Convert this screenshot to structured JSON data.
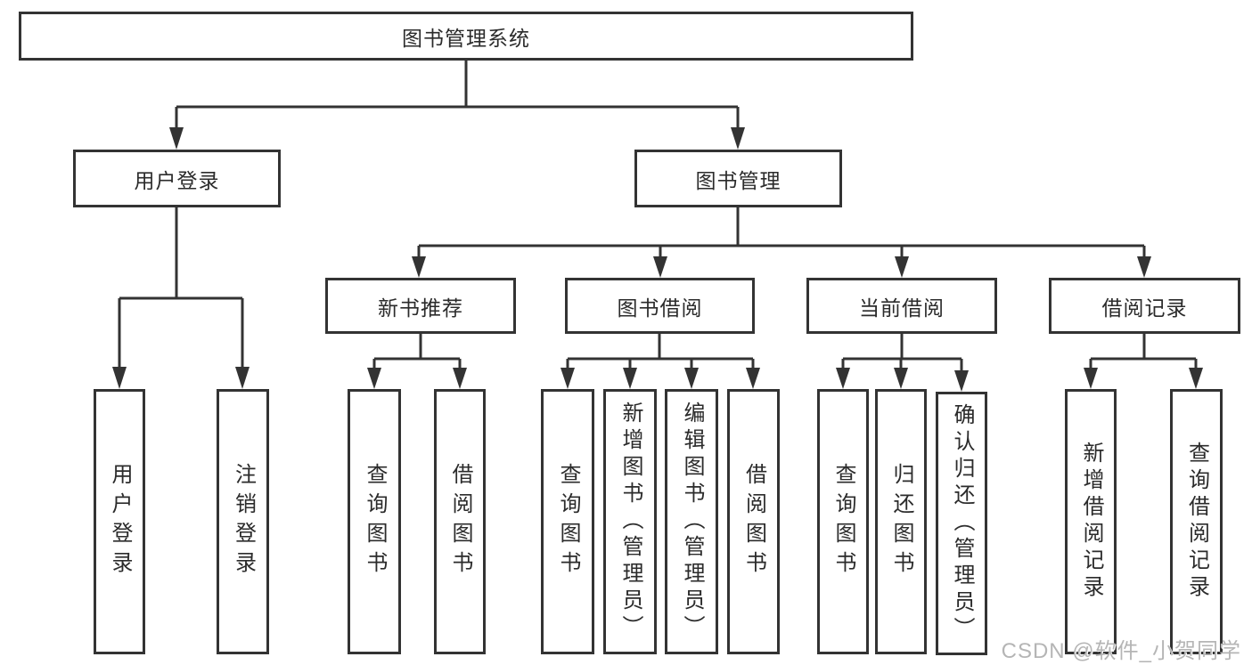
{
  "diagram": {
    "root": {
      "label": "图书管理系统"
    },
    "login": {
      "label": "用户登录",
      "children": [
        {
          "label": "用户登录"
        },
        {
          "label": "注销登录"
        }
      ]
    },
    "management": {
      "label": "图书管理",
      "sections": [
        {
          "label": "新书推荐",
          "children": [
            {
              "label": "查询图书"
            },
            {
              "label": "借阅图书"
            }
          ]
        },
        {
          "label": "图书借阅",
          "children": [
            {
              "label": "查询图书"
            },
            {
              "label": "新增图书（管理员）"
            },
            {
              "label": "编辑图书（管理员）"
            },
            {
              "label": "借阅图书"
            }
          ]
        },
        {
          "label": "当前借阅",
          "children": [
            {
              "label": "查询图书"
            },
            {
              "label": "归还图书"
            },
            {
              "label": "确认归还（管理员）"
            }
          ]
        },
        {
          "label": "借阅记录",
          "children": [
            {
              "label": "新增借阅记录"
            },
            {
              "label": "查询借阅记录"
            }
          ]
        }
      ]
    },
    "colors": {
      "line": "#333333",
      "text": "#2b2b2b",
      "watermark": "#b5b5b5"
    },
    "watermark": "CSDN @软件_小贺同学"
  }
}
